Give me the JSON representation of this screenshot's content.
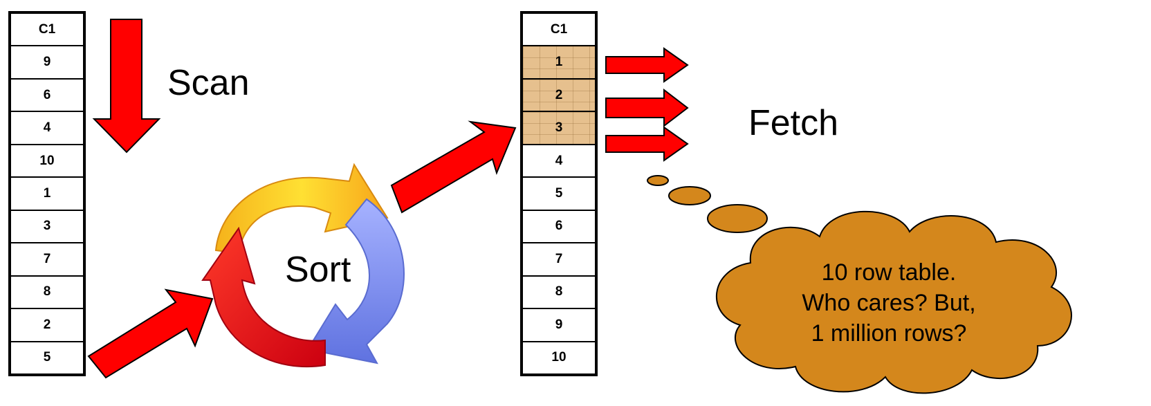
{
  "left_table": {
    "header": "C1",
    "rows": [
      "9",
      "6",
      "4",
      "10",
      "1",
      "3",
      "7",
      "8",
      "2",
      "5"
    ]
  },
  "right_table": {
    "header": "C1",
    "rows": [
      "1",
      "2",
      "3",
      "4",
      "5",
      "6",
      "7",
      "8",
      "9",
      "10"
    ],
    "highlighted_rows": [
      "1",
      "2",
      "3"
    ]
  },
  "labels": {
    "scan": "Scan",
    "sort": "Sort",
    "fetch": "Fetch"
  },
  "thought_cloud": {
    "lines": [
      "10 row table.",
      "Who cares? But,",
      "1 million rows?"
    ]
  },
  "colors": {
    "arrow": "#ff0000",
    "highlight_cell": "#e6c08e",
    "cloud_fill": "#d4871c",
    "cycle_yellow": "#f7c81e",
    "cycle_blue": "#8094f0",
    "cycle_red": "#e8101a"
  }
}
